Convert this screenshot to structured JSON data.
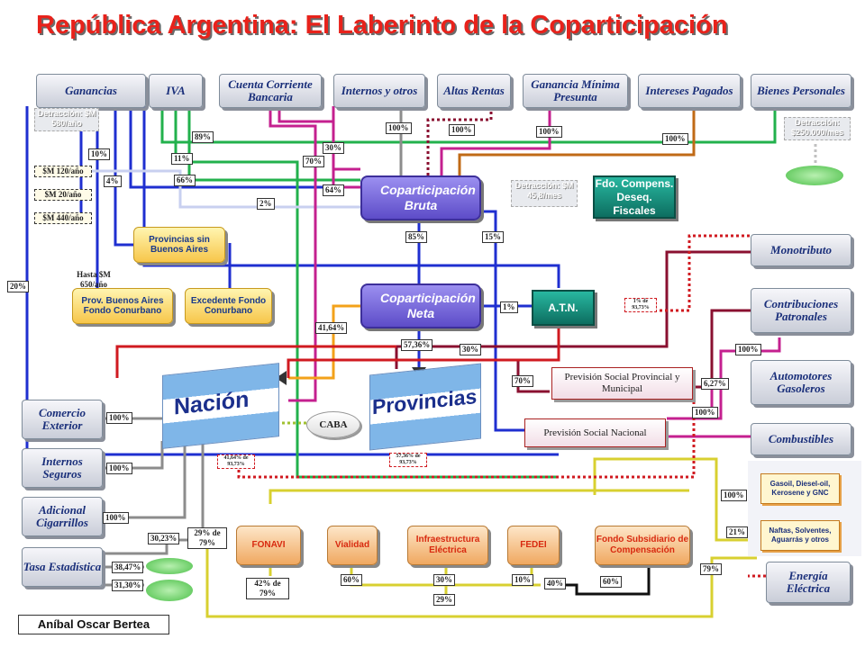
{
  "title": "República Argentina: El Laberinto de la Coparticipación",
  "author": "Aníbal Oscar Bertea",
  "sources_top": [
    "Ganancias",
    "IVA",
    "Cuenta Corriente Bancaria",
    "Internos y otros",
    "Altas Rentas",
    "Ganancia Mínima Presunta",
    "Intereses Pagados",
    "Bienes Personales"
  ],
  "sources_right": [
    "Monotributo",
    "Contribuciones Patronales",
    "Automotores Gasoleros",
    "Combustibles",
    "Energía Eléctrica"
  ],
  "sources_left": [
    "Comercio Exterior",
    "Internos Seguros",
    "Adicional Cigarrillos",
    "Tasa Estadística"
  ],
  "notes": {
    "det_ganancias": "Detracción: $M 580/año",
    "det_bienes": "Detracción: $250.000/mes",
    "det_bruta": "Detracción: $M 45,8/mes",
    "m120": "$M 120/año",
    "m20": "$M 20/año",
    "m440": "$M 440/año",
    "hasta650": "Hasta $M 650/año"
  },
  "nodes": {
    "bruta": "Coparticipación Bruta",
    "neta": "Coparticipación Neta",
    "fondo_comp": "Fdo. Compens. Deseq. Fiscales",
    "atn": "A.T.N.",
    "prov_sin_ba": "Provincias sin Buenos Aires",
    "prov_ba": "Prov. Buenos Aires Fondo Conurbano",
    "excedente": "Excedente Fondo Conurbano",
    "nacion": "Nación",
    "provincias": "Provincias",
    "caba": "CABA",
    "prev_prov": "Previsión Social Provincial y Municipal",
    "prev_nac": "Previsión Social Nacional",
    "fonavi": "FONAVI",
    "vialidad": "Vialidad",
    "infra": "Infraestructura Eléctrica",
    "fedei": "FEDEI",
    "fondo_sub": "Fondo Subsidiario de Compensación",
    "gasoil": "Gasoil, Diesel-oil, Kerosene y GNC",
    "naftas": "Naftas, Solventes, Aguarrás y otros"
  },
  "tags": {
    "t_ganancias_10": "10%",
    "t_ganancias_4": "4%",
    "t_ganancias_20": "20%",
    "t_iva_89": "89%",
    "t_iva_11": "11%",
    "t_iva_66": "66%",
    "t_iva_2": "2%",
    "t_cc_30": "30%",
    "t_cc_70": "70%",
    "t_cc_64": "64%",
    "t_int_100": "100%",
    "t_altas_100": "100%",
    "t_gmp_100": "100%",
    "t_intp_100": "100%",
    "t_85": "85%",
    "t_15": "15%",
    "t_1": "1%",
    "t_4164": "41,64%",
    "t_5736": "57,36%",
    "t_30": "30%",
    "t_70": "70%",
    "t_627": "6,27%",
    "t_atn_small": "1% de 93,73%",
    "t_nac_small": "41,64% de 93,73%",
    "t_prov_small": "57,36% de 93,73%",
    "t_auto_100": "100%",
    "t_auto2_100": "100%",
    "t_comb_100": "100%",
    "t_comb_21": "21%",
    "t_comb_79": "79%",
    "t_ce_100": "100%",
    "t_is_100": "100%",
    "t_ac_100": "100%",
    "t_3023": "30,23%",
    "t_3847": "38,47%",
    "t_3130": "31,30%",
    "t_29de79": "29% de 79%",
    "t_42de79": "42% de 79%",
    "t_via_60": "60%",
    "t_inf_30": "30%",
    "t_fed_10": "10%",
    "t_29": "29%",
    "t_40": "40%",
    "t_60": "60%"
  },
  "colors": {
    "title": "#e8221b",
    "blue": "#1f2fd0",
    "green": "#22b14c",
    "magenta": "#c4208f",
    "gray": "#8c8c8c",
    "orange": "#f3a21a",
    "darkred": "#8a1030",
    "yellowline": "#d8d030",
    "purple": "#6a5bd8",
    "teal": "#138a78"
  }
}
